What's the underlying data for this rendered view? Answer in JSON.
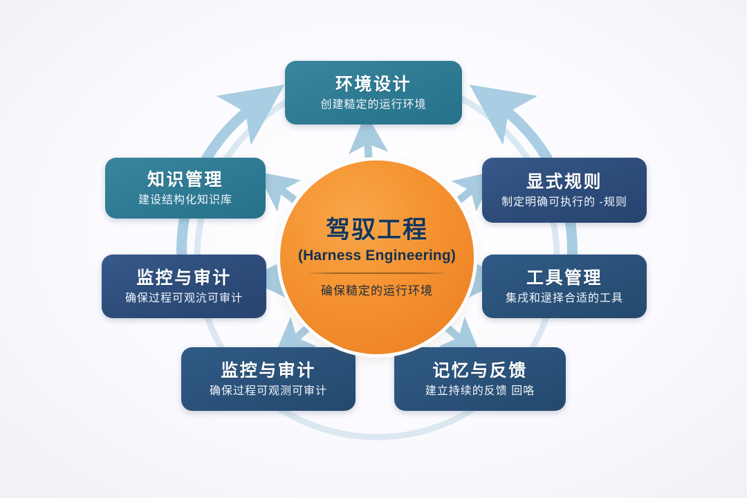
{
  "diagram": {
    "type": "cycle-hub-and-spoke",
    "background_color": "#f6f4fa",
    "center": {
      "title": "驾驭工程",
      "subtitle_en": "(Harness Engineering)",
      "tagline": "碖保糙定的运行环境",
      "color": "#f0892a",
      "text_color": "#12365c"
    },
    "ring": {
      "color": "#cfe2ee",
      "arrow_color": "#a9cde2"
    },
    "nodes": [
      {
        "id": "environment-design",
        "title": "环境设计",
        "desc": "创建糙定的运行环境",
        "color": "#2f7b94",
        "position": "top"
      },
      {
        "id": "explicit-rules",
        "title": "显式规则",
        "desc": "制定明确可执行的 -规则",
        "color": "#2d4c7a",
        "position": "right-upper"
      },
      {
        "id": "tool-management",
        "title": "工具管理",
        "desc": "集戌和逯择合适的工具",
        "color": "#2a5179",
        "position": "right-lower"
      },
      {
        "id": "memory-feedback",
        "title": "记忆与反馈",
        "desc": "建立持续的反馈 回咯",
        "color": "#2a5179",
        "position": "bottom-right"
      },
      {
        "id": "monitoring-audit-bottom",
        "title": "监控与审计",
        "desc": "确保过程可观测可审计",
        "color": "#2a5179",
        "position": "bottom-left"
      },
      {
        "id": "monitoring-audit-left",
        "title": "监控与审计",
        "desc": "确保过程可观沆可审计",
        "color": "#2d4c7a",
        "position": "left-lower"
      },
      {
        "id": "knowledge-management",
        "title": "知识管理",
        "desc": "建设结构化知识库",
        "color": "#2f7b94",
        "position": "left-upper"
      }
    ]
  }
}
